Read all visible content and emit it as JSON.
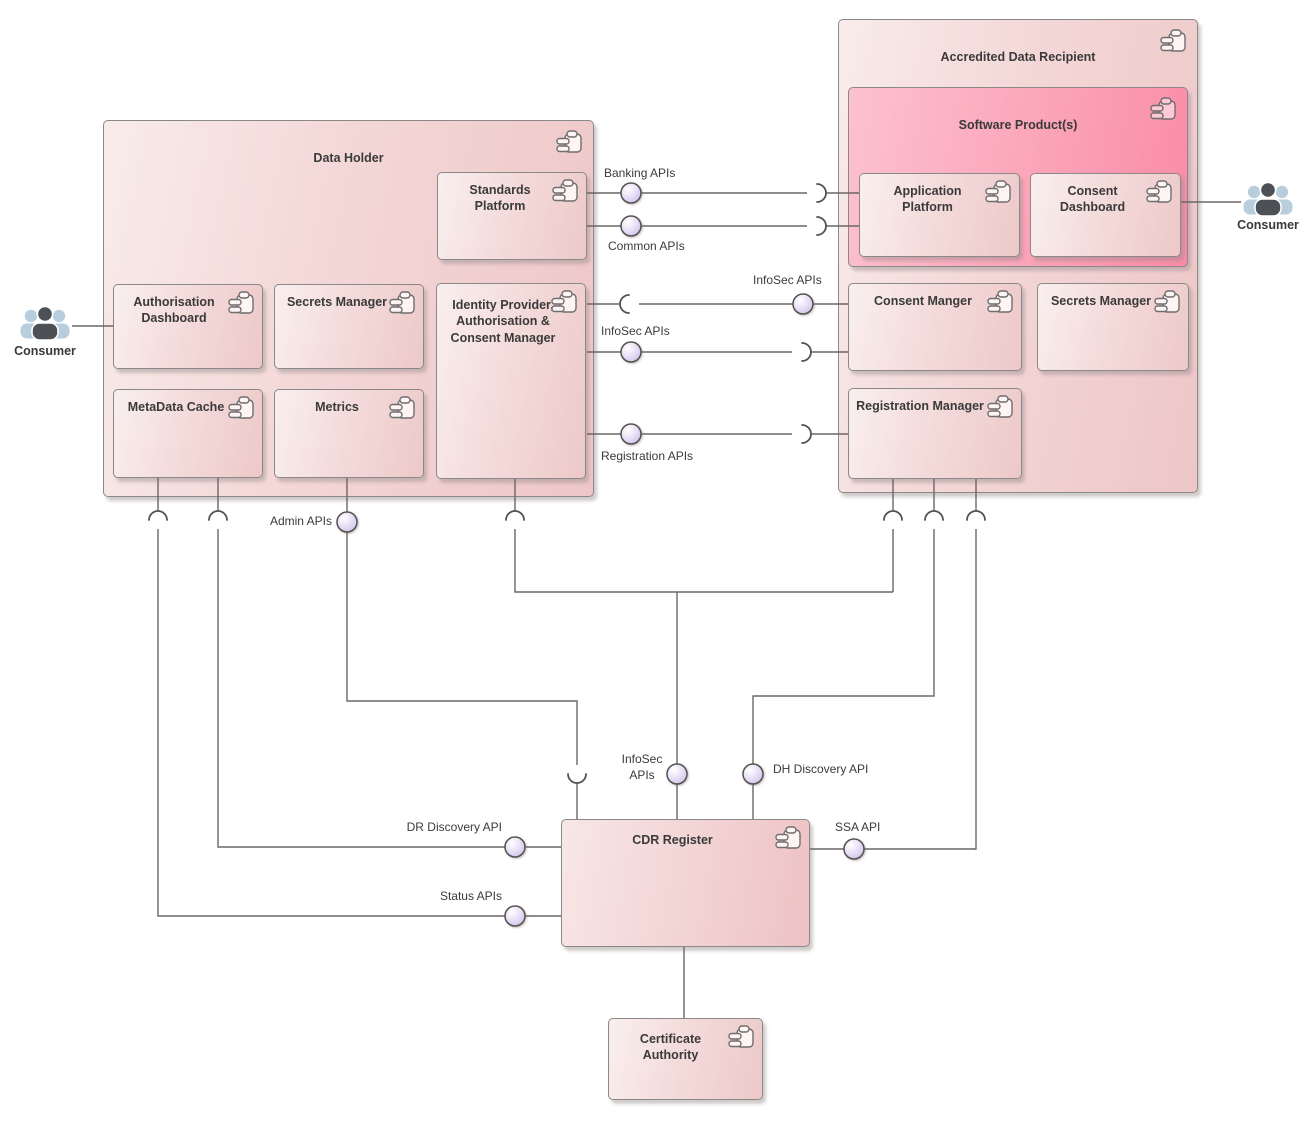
{
  "actors": {
    "left": {
      "label": "Consumer"
    },
    "right": {
      "label": "Consumer"
    }
  },
  "containers": {
    "data_holder": {
      "title": "Data Holder"
    },
    "accredited_data_recipient": {
      "title": "Accredited Data Recipient"
    },
    "software_products": {
      "title": "Software Product(s)"
    }
  },
  "components": {
    "standards_platform": "Standards Platform",
    "authorisation_dashboard": "Authorisation Dashboard",
    "secrets_manager_dh": "Secrets Manager",
    "identity_provider": "Identity Provider, Authorisation & Consent Manager",
    "metadata_cache": "MetaData Cache",
    "metrics": "Metrics",
    "application_platform": "Application Platform",
    "consent_dashboard": "Consent Dashboard",
    "consent_manger": "Consent Manger",
    "secrets_manager_adr": "Secrets Manager",
    "registration_manager": "Registration Manager",
    "cdr_register": "CDR Register",
    "certificate_authority": "Certificate Authority"
  },
  "interfaces": {
    "banking_apis": "Banking APIs",
    "common_apis": "Common APIs",
    "infosec_apis_consent_manger": "InfoSec APIs",
    "infosec_apis_identity_provider": "InfoSec APIs",
    "registration_apis": "Registration APIs",
    "admin_apis": "Admin APIs",
    "dr_discovery_api": "DR Discovery API",
    "status_apis": "Status APIs",
    "infosec_apis_register": "InfoSec APIs",
    "dh_discovery_api": "DH Discovery API",
    "ssa_api": "SSA API"
  },
  "colors": {
    "box_gradient_light": "#f9efee",
    "box_gradient_dark": "#edc6c7",
    "software_product_light": "#fcc2ce",
    "software_product_dark": "#fa8ba5",
    "connector": "#6b6765",
    "interface_ball": "#dcd2f0",
    "border": "#8a8889",
    "text": "#3a3a3a",
    "consumer_dark": "#4d5156",
    "consumer_light": "#b9cedd"
  }
}
